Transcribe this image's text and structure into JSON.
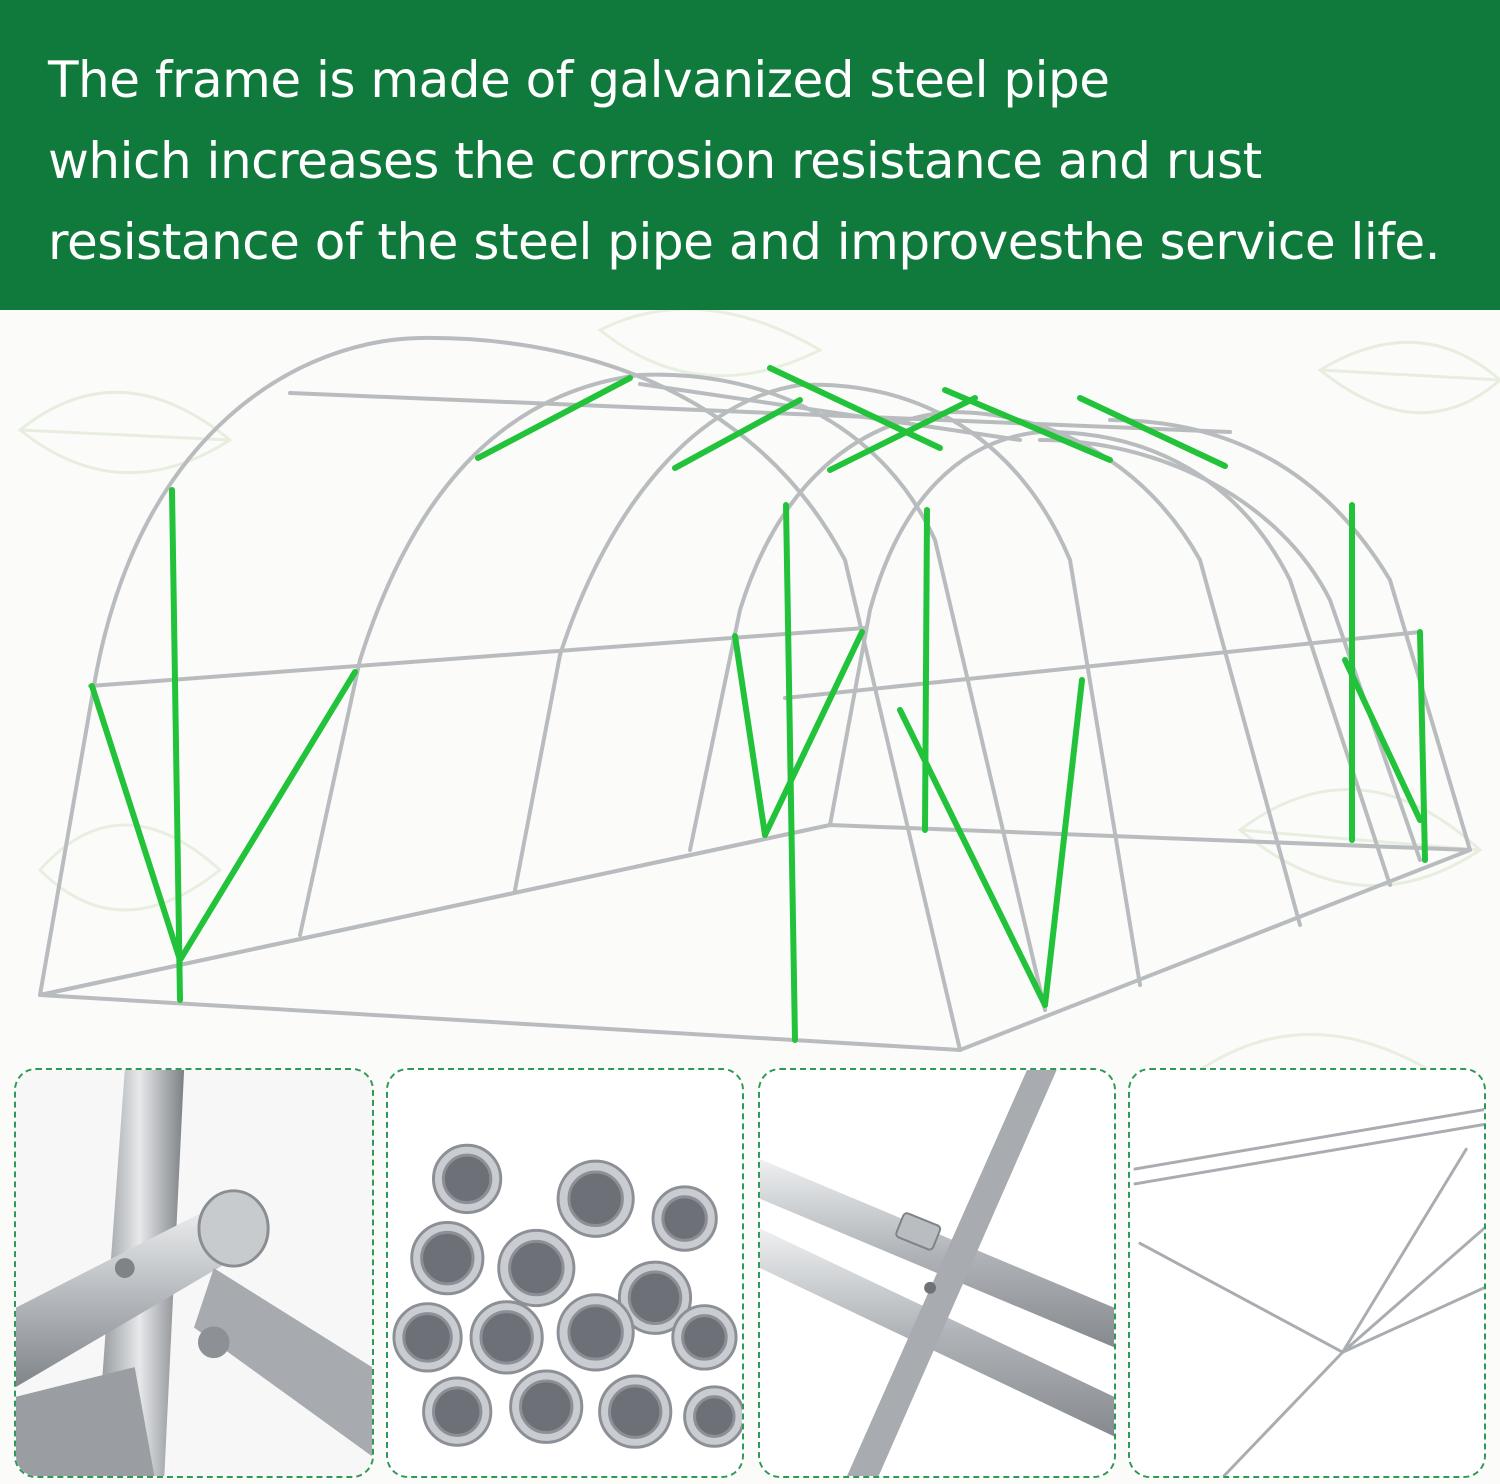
{
  "banner": {
    "lines": [
      "The frame is made of galvanized steel pipe",
      "which increases the corrosion resistance and rust",
      "resistance of the steel pipe and improvesthe service life."
    ]
  },
  "colors": {
    "banner_background": "#0f7a3c",
    "banner_text": "#ffffff",
    "steel_frame": "#b9bcbf",
    "brace_highlight": "#22c33a",
    "panel_border": "#2e9a55"
  },
  "illustrations": {
    "main": "greenhouse-frame-illustration",
    "panels": [
      "bolt-connector-photo",
      "steel-pipe-bundle-photo",
      "pipe-joint-photo",
      "frame-corner-photo"
    ]
  }
}
